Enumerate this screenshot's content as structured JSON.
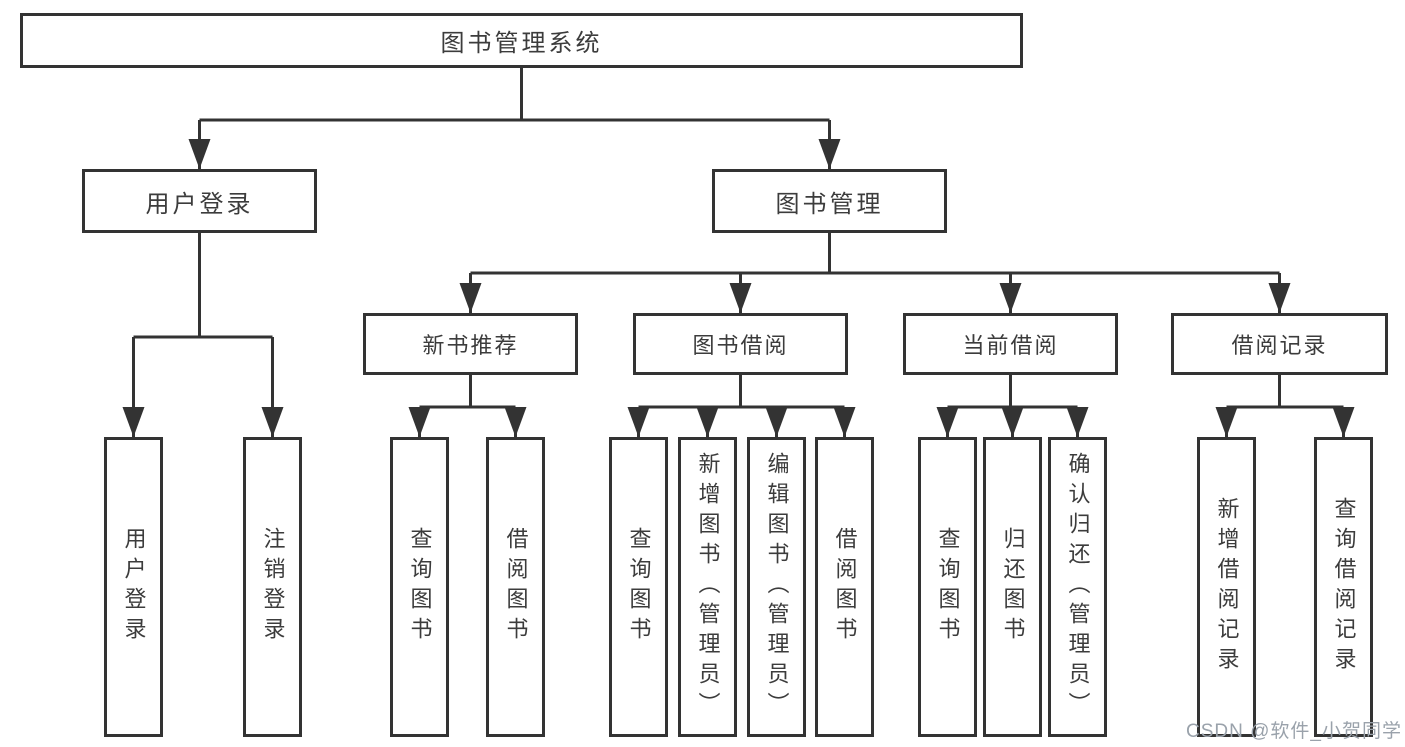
{
  "colors": {
    "line": "#333333",
    "box_border": "#333333",
    "text": "#3c3c3c",
    "background": "#ffffff",
    "watermark": "#9aa2ab"
  },
  "diagram": {
    "root": {
      "label": "图书管理系统"
    },
    "level2": [
      {
        "label": "用户登录"
      },
      {
        "label": "图书管理"
      }
    ],
    "level3": [
      {
        "label": "新书推荐"
      },
      {
        "label": "图书借阅"
      },
      {
        "label": "当前借阅"
      },
      {
        "label": "借阅记录"
      }
    ],
    "leaves": [
      {
        "label": "用户登录"
      },
      {
        "label": "注销登录"
      },
      {
        "label": "查询图书"
      },
      {
        "label": "借阅图书"
      },
      {
        "label": "查询图书"
      },
      {
        "label": "新增图书（管理员）"
      },
      {
        "label": "编辑图书（管理员）"
      },
      {
        "label": "借阅图书"
      },
      {
        "label": "查询图书"
      },
      {
        "label": "归还图书"
      },
      {
        "label": "确认归还（管理员）"
      },
      {
        "label": "新增借阅记录"
      },
      {
        "label": "查询借阅记录"
      }
    ]
  },
  "watermark": {
    "text": "CSDN @软件_小贺同学"
  }
}
